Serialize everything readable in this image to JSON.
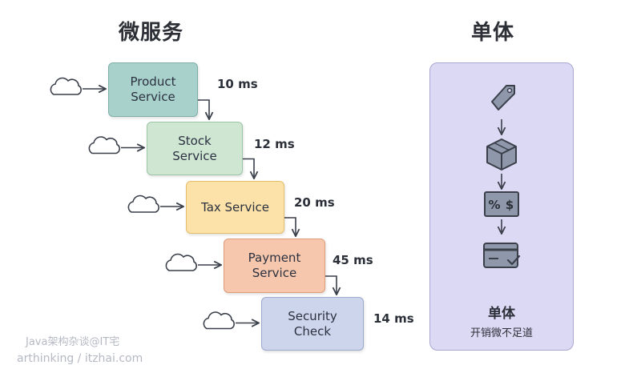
{
  "microservices": {
    "title": "微服务",
    "services": [
      {
        "name": "Product\nService",
        "latency": "10 ms",
        "color": "#a9d1cb"
      },
      {
        "name": "Stock\nService",
        "latency": "12 ms",
        "color": "#cfe6d3"
      },
      {
        "name": "Tax Service",
        "latency": "20 ms",
        "color": "#fce2a8"
      },
      {
        "name": "Payment\nService",
        "latency": "45 ms",
        "color": "#f6c7ac"
      },
      {
        "name": "Security\nCheck",
        "latency": "14 ms",
        "color": "#cdd5ec"
      }
    ]
  },
  "monolith": {
    "title": "单体",
    "label": "单体",
    "caption": "开销微不足道",
    "icons": [
      "price-tag-icon",
      "package-box-icon",
      "percent-dollar-icon",
      "credit-card-check-icon"
    ]
  },
  "watermark": {
    "line1": "Java架构杂谈@IT宅",
    "line2": "arthinking / itzhai.com"
  }
}
